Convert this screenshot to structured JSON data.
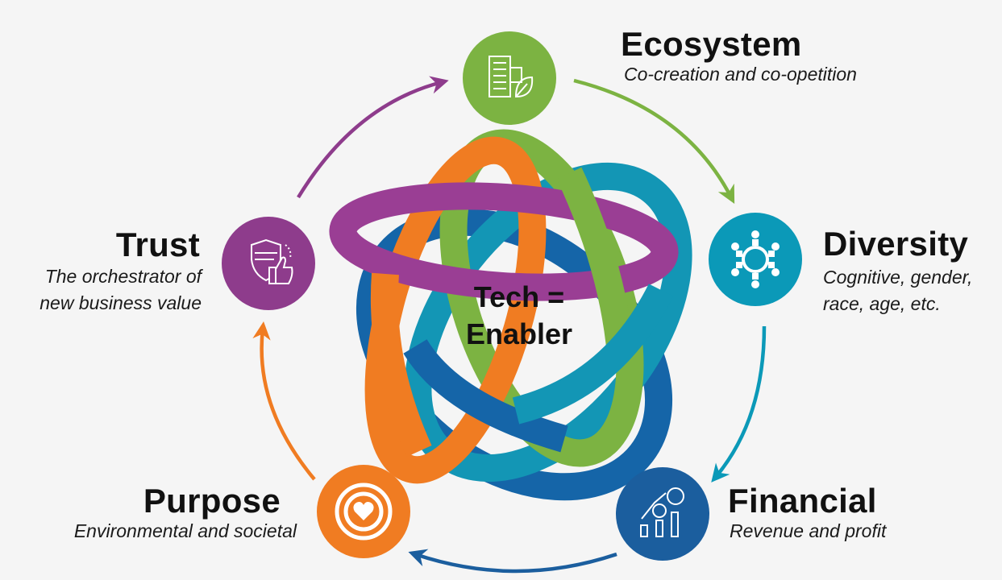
{
  "center": {
    "line1": "Tech =",
    "line2": "Enabler"
  },
  "nodes": {
    "ecosystem": {
      "title": "Ecosystem",
      "subtitle": "Co-creation and co-opetition",
      "color": "#7cb342",
      "icon": "building-leaf-icon"
    },
    "diversity": {
      "title": "Diversity",
      "subtitle_line1": "Cognitive, gender,",
      "subtitle_line2": "race, age, etc.",
      "color": "#0b99b8",
      "icon": "people-circle-icon"
    },
    "financial": {
      "title": "Financial",
      "subtitle": "Revenue and profit",
      "color": "#1b5e9e",
      "icon": "money-growth-icon"
    },
    "purpose": {
      "title": "Purpose",
      "subtitle": "Environmental and societal",
      "color": "#f07c22",
      "icon": "heart-target-icon"
    },
    "trust": {
      "title": "Trust",
      "subtitle_line1": "The orchestrator of",
      "subtitle_line2": "new business value",
      "color": "#8e3c8c",
      "icon": "shield-thumbs-up-icon"
    }
  },
  "ribbon_colors": [
    "#7cb342",
    "#1396b5",
    "#1565a8",
    "#f07c22",
    "#9a3e94"
  ]
}
